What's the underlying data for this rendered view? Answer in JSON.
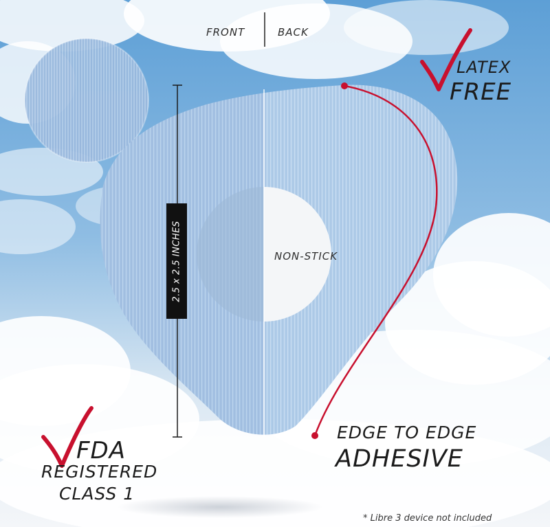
{
  "labels": {
    "front": "FRONT",
    "back": "BACK",
    "latex": "LATEX",
    "free": "FREE",
    "non_stick": "NON-STICK",
    "size": "2.5 x 2.5 INCHES",
    "edge_line1": "EDGE TO EDGE",
    "edge_line2": "ADHESIVE",
    "fda": "FDA",
    "registered": "REGISTERED",
    "class": "CLASS 1",
    "note": "* Libre 3 device not included"
  },
  "colors": {
    "accent": "#c8102e",
    "patch_front": "#a9c6e6",
    "patch_back": "#b4d0ec",
    "sky_top": "#5d9fd6",
    "sky_bottom": "#eef3f8"
  },
  "icons": [
    "checkmark-icon",
    "checkmark-icon"
  ]
}
